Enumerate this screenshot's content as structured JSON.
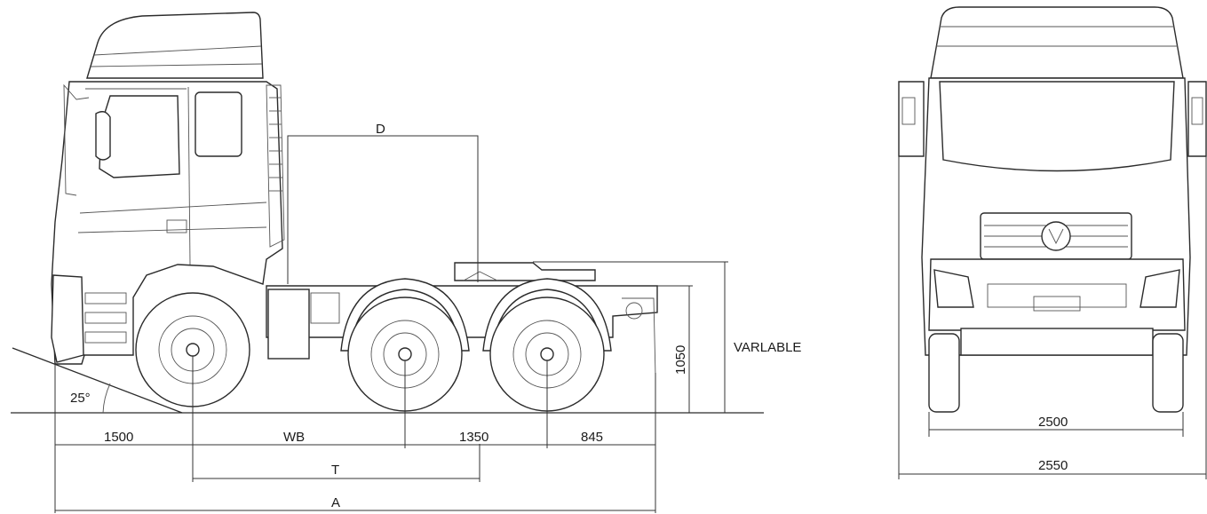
{
  "side_view": {
    "labels": {
      "d": "D",
      "angle": "25°",
      "front_overhang": "1500",
      "wheelbase": "WB",
      "axle_spacing": "1350",
      "rear_overhang": "845",
      "t": "T",
      "overall_length": "A",
      "fifth_wheel_height": "1050",
      "variable": "VARLABLE"
    }
  },
  "front_view": {
    "labels": {
      "track_width": "2500",
      "overall_width": "2550"
    }
  }
}
